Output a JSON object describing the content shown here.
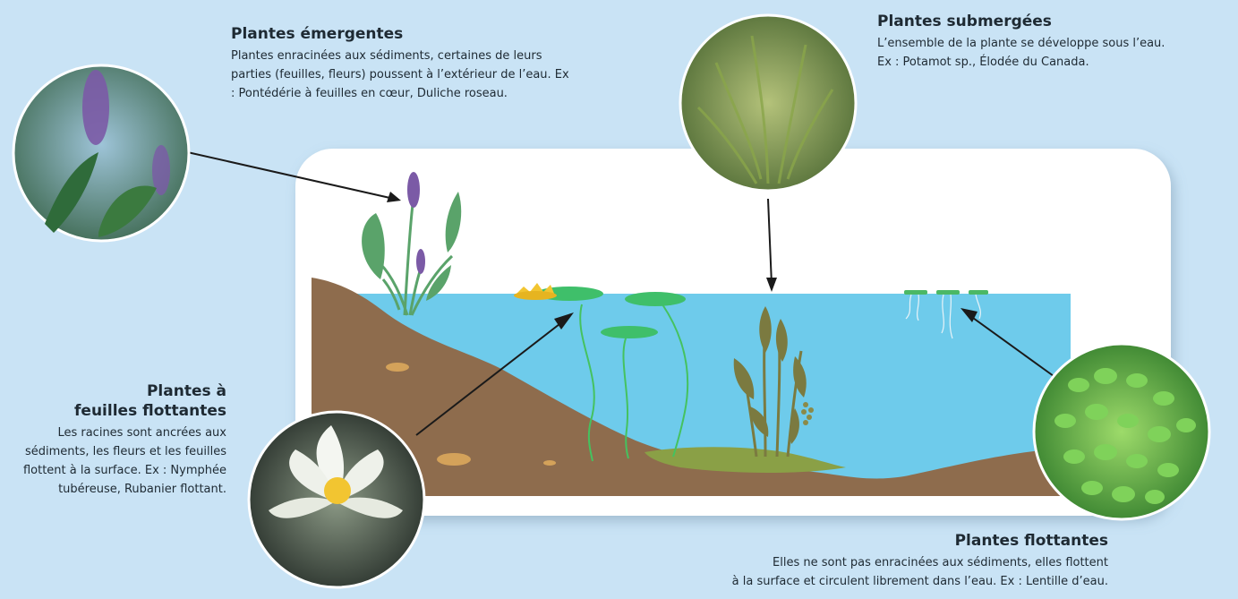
{
  "emergent": {
    "title": "Plantes émergentes",
    "description": "Plantes enracinées aux sédiments, certaines de leurs parties (feuilles, fleurs) poussent à l’extérieur de l’eau. Ex : Pontédérie à feuilles en cœur, Duliche roseau."
  },
  "submerged": {
    "title": "Plantes submergées",
    "description": "L’ensemble de la plante se développe sous l’eau. Ex : Potamot sp., Élodée du Canada."
  },
  "floating_leaf": {
    "title_line1": "Plantes à",
    "title_line2": "feuilles flottantes",
    "description": "Les racines sont ancrées aux sédiments, les fleurs et les feuilles flottent à la surface. Ex : Nymphée tubéreuse, Rubanier flottant."
  },
  "floating": {
    "title": "Plantes flottantes",
    "description_line1": "Elles ne sont pas enracinées aux sédiments, elles flottent",
    "description_line2": "à la surface et circulent librement dans l’eau. Ex : Lentille d’eau."
  },
  "colors": {
    "background": "#c9e3f5",
    "panel": "#ffffff",
    "water": "#6ecbeb",
    "sediment": "#8e6c4d",
    "plant_green": "#5aa36a",
    "submerged_green": "#7b7a40",
    "lily_pad": "#3fbf6a",
    "duckweed": "#57c64e",
    "flower_purple": "#7b5aa6"
  }
}
